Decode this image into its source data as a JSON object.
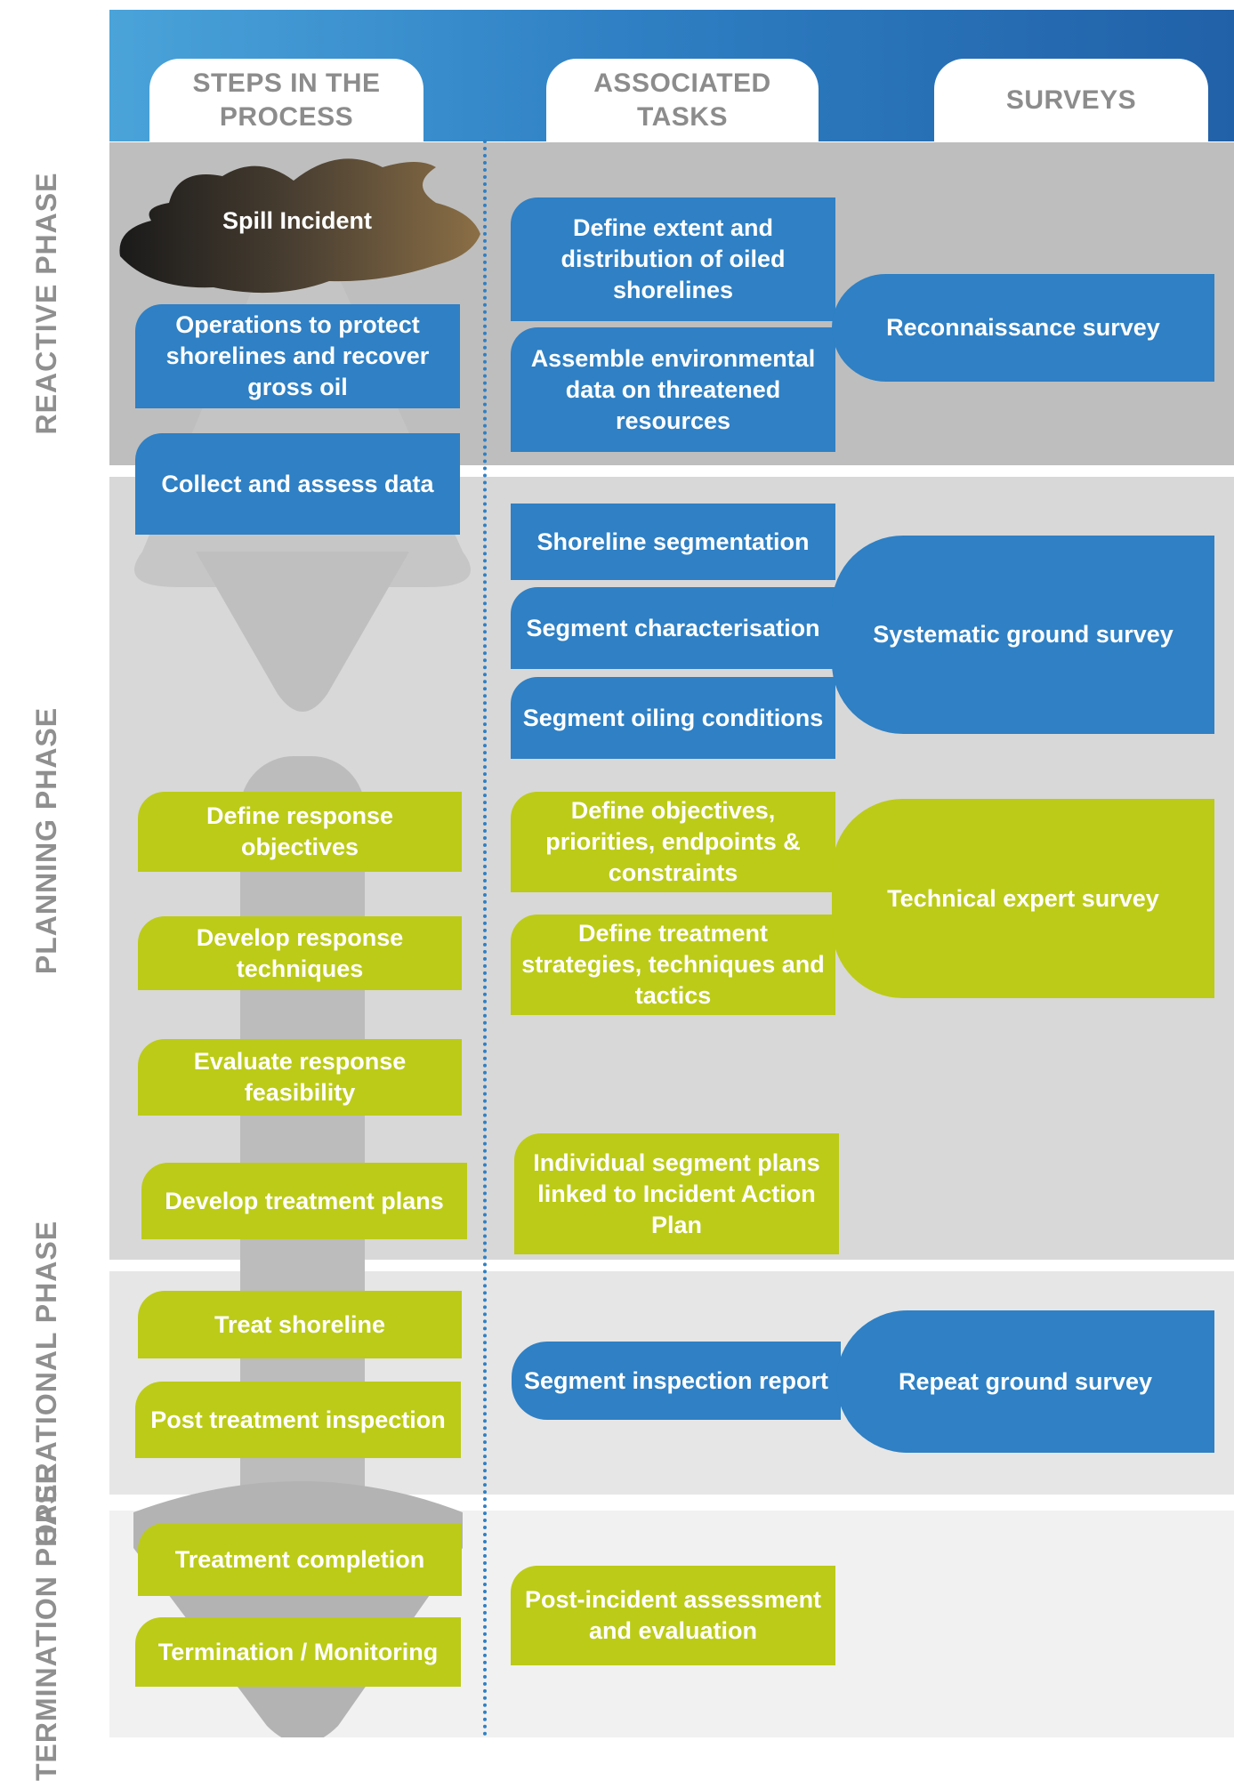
{
  "headers": {
    "steps": "STEPS IN THE PROCESS",
    "tasks": "ASSOCIATED TASKS",
    "surveys": "SURVEYS"
  },
  "phases": {
    "reactive": "REACTIVE PHASE",
    "planning": "PLANNING PHASE",
    "operational": "OPERATIONAL PHASE",
    "termination": "TERMINATION PHASE"
  },
  "steps": [
    "Spill Incident",
    "Operations to protect shorelines and recover gross oil",
    "Collect and assess data",
    "Define response objectives",
    "Develop response techniques",
    "Evaluate response feasibility",
    "Develop treatment plans",
    "Treat shoreline",
    "Post treatment inspection",
    "Treatment completion",
    "Termination / Monitoring"
  ],
  "tasks": [
    "Define extent and distribution of oiled shorelines",
    "Assemble environmental data on threatened resources",
    "Shoreline segmentation",
    "Segment characterisation",
    "Segment oiling conditions",
    "Define objectives, priorities, endpoints & constraints",
    "Define treatment strategies, techniques and tactics",
    "Individual segment plans linked to Incident Action Plan",
    "Segment inspection report",
    "Post-incident assessment and evaluation"
  ],
  "surveys": [
    "Reconnaissance survey",
    "Systematic ground survey",
    "Technical expert survey",
    "Repeat ground survey"
  ],
  "colors": {
    "blue": "#2f80c4",
    "green": "#bccb17",
    "header_gradient_start": "#4aa3d9",
    "header_gradient_end": "#2161a8"
  }
}
